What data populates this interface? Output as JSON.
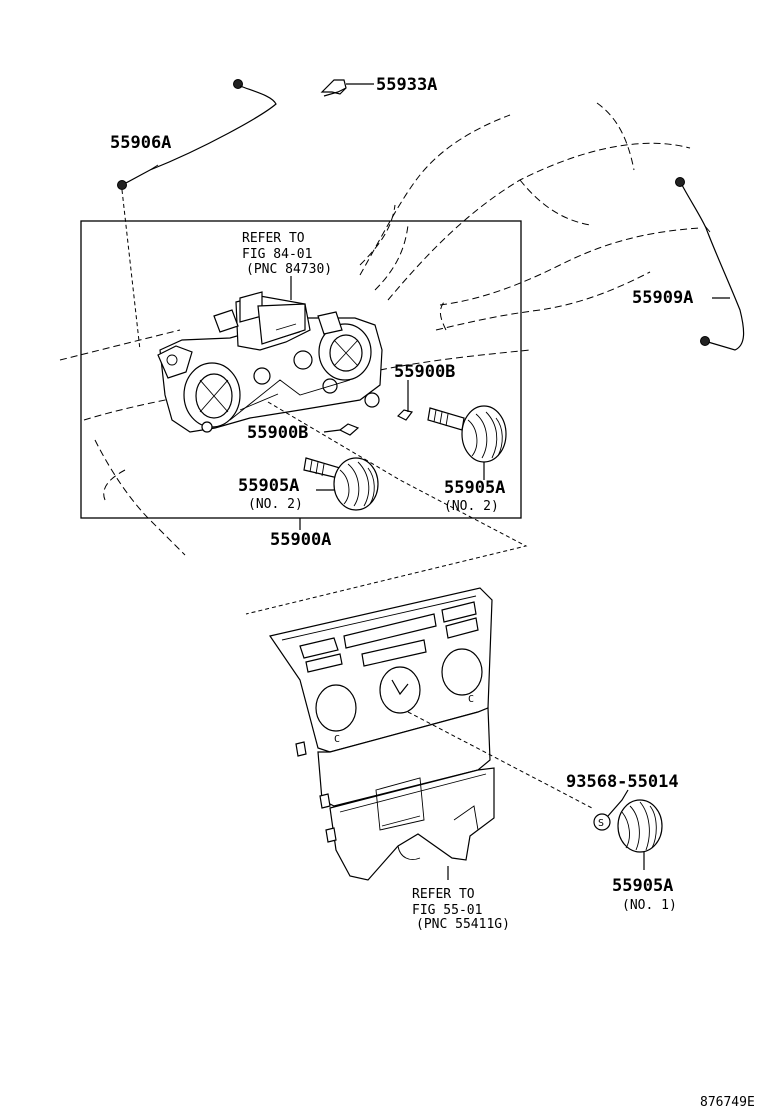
{
  "labels": {
    "p55933A": "55933A",
    "p55906A": "55906A",
    "p55909A": "55909A",
    "p55900B_right": "55900B",
    "p55900B_left": "55900B",
    "p55905A_left": "55905A",
    "p55905A_left_sub": "(NO. 2)",
    "p55905A_right": "55905A",
    "p55905A_right_sub": "(NO. 2)",
    "p55900A": "55900A",
    "p93568": "93568-55014",
    "p55905A_bottom": "55905A",
    "p55905A_bottom_sub": "(NO. 1)",
    "ref1_line1": "REFER TO",
    "ref1_line2": "FIG 84-01",
    "ref1_line3": "(PNC 84730)",
    "ref2_line1": "REFER TO",
    "ref2_line2": "FIG 55-01",
    "ref2_line3": "(PNC 55411G)",
    "s_symbol": "S",
    "c_mark": "C",
    "figure_id": "876749E"
  },
  "icons": {
    "knob": "knob-icon",
    "cable": "control-cable-icon",
    "clip": "clip-icon",
    "pin": "pin-icon",
    "bezel": "center-cluster-panel-icon",
    "heater_control": "heater-control-assembly-icon"
  }
}
